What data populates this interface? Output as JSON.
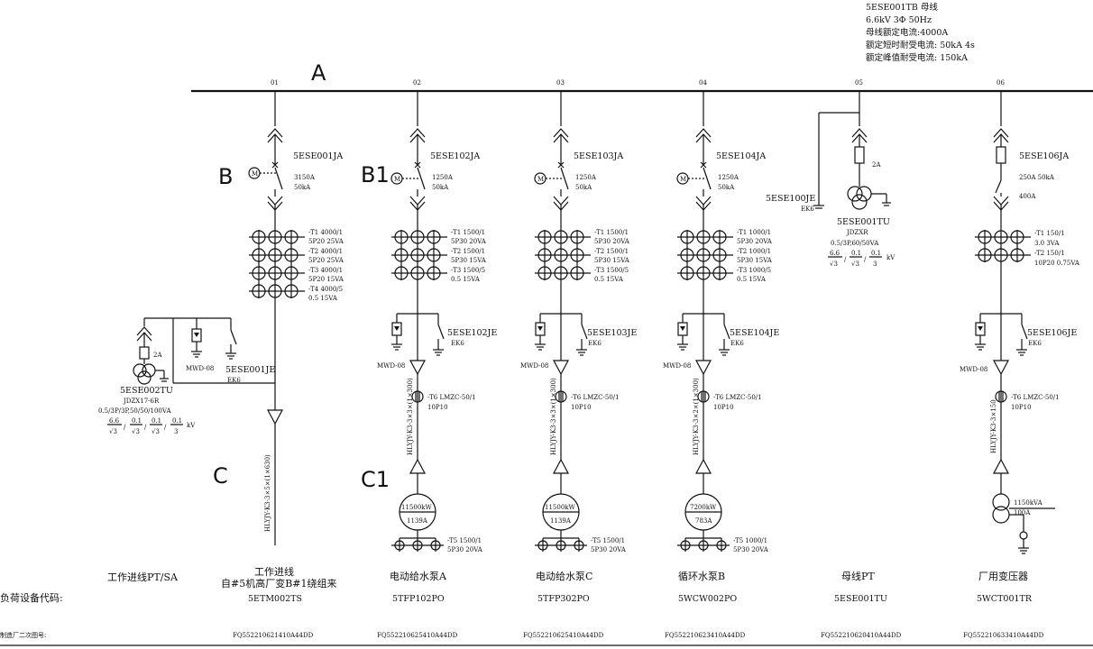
{
  "bus": {
    "code": "5ESE001TB 母线",
    "voltage": "6.6kV 3Φ 50Hz",
    "rated_current": "母线额定电流:4000A",
    "short_time": "额定短时耐受电流: 50kA 4s",
    "peak": "额定峰值耐受电流: 150kA"
  },
  "labels": {
    "A": "A",
    "B": "B",
    "B1": "B1",
    "C": "C",
    "C1": "C1"
  },
  "columns": [
    {
      "num": "01",
      "breaker": "5ESE001JA",
      "rating1": "3150A",
      "rating2": "50kA",
      "ct": [
        "-T1  4000/1",
        "5P20 25VA",
        "-T2  4000/1",
        "5P20 25VA",
        "-T3  4000/1",
        "5P20 15VA",
        "-T4  4000/5",
        "0.5  15VA"
      ],
      "cable": "HLYJY-K3-3×5×(1×630)",
      "name": "工作进线",
      "name2": "自#5机高厂变B#1绕组来",
      "code": "5ETM002TS",
      "drawing": "FQ552210621410A44DD"
    },
    {
      "num": "02",
      "breaker": "5ESE102JA",
      "rating1": "1250A",
      "rating2": "50kA",
      "ct": [
        "-T1  1500/1",
        "5P30 20VA",
        "-T2  1500/1",
        "5P30 15VA",
        "-T3  1500/5",
        "0.5  15VA"
      ],
      "es": "5ESE102JE",
      "ek": "EK6",
      "mwd": "MWD-08",
      "t6": "-T6 LMZC-50/1",
      "t6b": "10P10",
      "cable": "HLYJY-K3-3×3×(1×300)",
      "motor1": "11500kW",
      "motor2": "1139A",
      "t5": "-T5  1500/1",
      "t5b": "5P30  20VA",
      "name": "电动给水泵A",
      "code": "5TFP102PO",
      "drawing": "FQ552210625410A44DD"
    },
    {
      "num": "03",
      "breaker": "5ESE103JA",
      "rating1": "1250A",
      "rating2": "50kA",
      "ct": [
        "-T1  1500/1",
        "5P30 20VA",
        "-T2  1500/1",
        "5P30 15VA",
        "-T3  1500/5",
        "0.5  15VA"
      ],
      "es": "5ESE103JE",
      "ek": "EK6",
      "mwd": "MWD-08",
      "t6": "-T6 LMZC-50/1",
      "t6b": "10P10",
      "cable": "HLYJY-K3-3×3×(1×300)",
      "motor1": "11500kW",
      "motor2": "1139A",
      "t5": "-T5  1500/1",
      "t5b": "5P30  20VA",
      "name": "电动给水泵C",
      "code": "5TFP302PO",
      "drawing": "FQ552210625410A44DD"
    },
    {
      "num": "04",
      "breaker": "5ESE104JA",
      "rating1": "1250A",
      "rating2": "50kA",
      "ct": [
        "-T1  1000/1",
        "5P30 20VA",
        "-T2  1000/1",
        "5P30 15VA",
        "-T3  1000/5",
        "0.5  15VA"
      ],
      "es": "5ESE104JE",
      "ek": "EK6",
      "mwd": "MWD-08",
      "t6": "-T6 LMZC-50/1",
      "t6b": "10P10",
      "cable": "HLYJY-K3-3×2×(1×300)",
      "motor1": "7200kW",
      "motor2": "783A",
      "t5": "-T5  1000/1",
      "t5b": "5P30  20VA",
      "name": "循环水泵B",
      "code": "5WCW002PO",
      "drawing": "FQ552210623410A44DD"
    },
    {
      "num": "05",
      "fuse": "2A",
      "es": "5ESE100JE",
      "ek": "EK6",
      "pt": "5ESE001TU",
      "pt_model": "JDZXR",
      "pt_spec": "0.5/3P,60/50VA",
      "ratio": [
        "6.6",
        "√3",
        "0.1",
        "√3",
        "0.1",
        "3",
        "kV"
      ],
      "name": "母线PT",
      "code": "5ESE001TU",
      "drawing": "FQ552210620410A44DD"
    },
    {
      "num": "06",
      "breaker": "5ESE106JA",
      "rating1": "250A  50kA",
      "rating2": "400A",
      "ct": [
        "-T1  150/1",
        "3.0  3VA",
        "-T2  150/1",
        "10P20 0.75VA"
      ],
      "es": "5ESE106JE",
      "ek": "EK6",
      "mwd": "MWD-08",
      "t6": "-T6 LMZC-50/1",
      "t6b": "10P10",
      "cable": "HLYJY-K3-3×150",
      "tr1": "1150kVA",
      "tr2": "100A",
      "name": "厂用变压器",
      "code": "5WCT001TR",
      "drawing": "FQ552210633410A44DD"
    }
  ],
  "left_pt": {
    "fuse": "2A",
    "mwd": "MWD-08",
    "es": "5ESE001JE",
    "ek": "EK6",
    "pt": "5ESE002TU",
    "model": "JDZX17-6R",
    "spec": "0.5/3P/3P,50/50/100VA",
    "ratio": [
      "6.6",
      "√3",
      "0.1",
      "√3",
      "0.1",
      "√3",
      "0.1",
      "3",
      "kV"
    ],
    "name": "工作进线PT/SA"
  },
  "rows": {
    "code_label": "负荷设备代码:",
    "drawing_label": "制造厂二次图号:"
  },
  "colors": {
    "line": "#111111",
    "background": "#ffffff"
  }
}
